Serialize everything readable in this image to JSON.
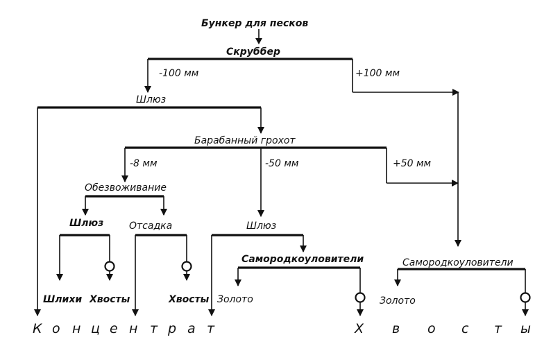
{
  "nodes": {
    "bunker": "Бункер для песков",
    "scrubber": "Скруббер",
    "sluice_1": "Шлюз",
    "drum_screen": "Барабанный грохот",
    "dewatering": "Обезвоживание",
    "sluice_2": "Шлюз",
    "jig": "Отсадка",
    "sluice_3": "Шлюз",
    "nugget_traps_1": "Самородкоуловители",
    "nugget_traps_2": "Самородкоуловители"
  },
  "edges": {
    "minus_100": "-100 мм",
    "plus_100": "+100 мм",
    "minus_8": "-8 мм",
    "minus_50": "-50 мм",
    "plus_50": "+50 мм"
  },
  "products": {
    "schlich": "Шлихи",
    "tails_1": "Хвосты",
    "tails_2": "Хвосты",
    "gold_1": "Золото",
    "gold_2": "Золото"
  },
  "bottom": {
    "concentrate": [
      "К",
      "о",
      "н",
      "ц",
      "е",
      "н",
      "т",
      "р",
      "а",
      "т"
    ],
    "tails": [
      "Х",
      "в",
      "о",
      "с",
      "т",
      "ы"
    ]
  }
}
